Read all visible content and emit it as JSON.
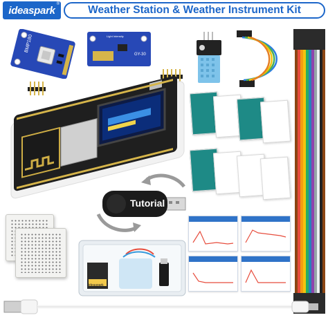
{
  "header": {
    "brand": "ideaspark",
    "brand_mark": "®",
    "title": "Weather Station & Weather Instrument Kit"
  },
  "usb_drive": {
    "label": "Tutorial"
  },
  "colors": {
    "brand_blue": "#1c66c9",
    "module_blue": "#2748b6",
    "teal": "#1e8a86",
    "board_black": "#222222"
  },
  "components": [
    "bmp180-sensor-module",
    "gy-30-light-sensor-module",
    "dht11-sensor-module",
    "jumper-wires",
    "dupont-ribbon-cable",
    "esp8266-oled-board",
    "usb-drive",
    "tutorial-pages",
    "breadboards",
    "chart-screenshots",
    "storage-box",
    "usb-cable"
  ]
}
